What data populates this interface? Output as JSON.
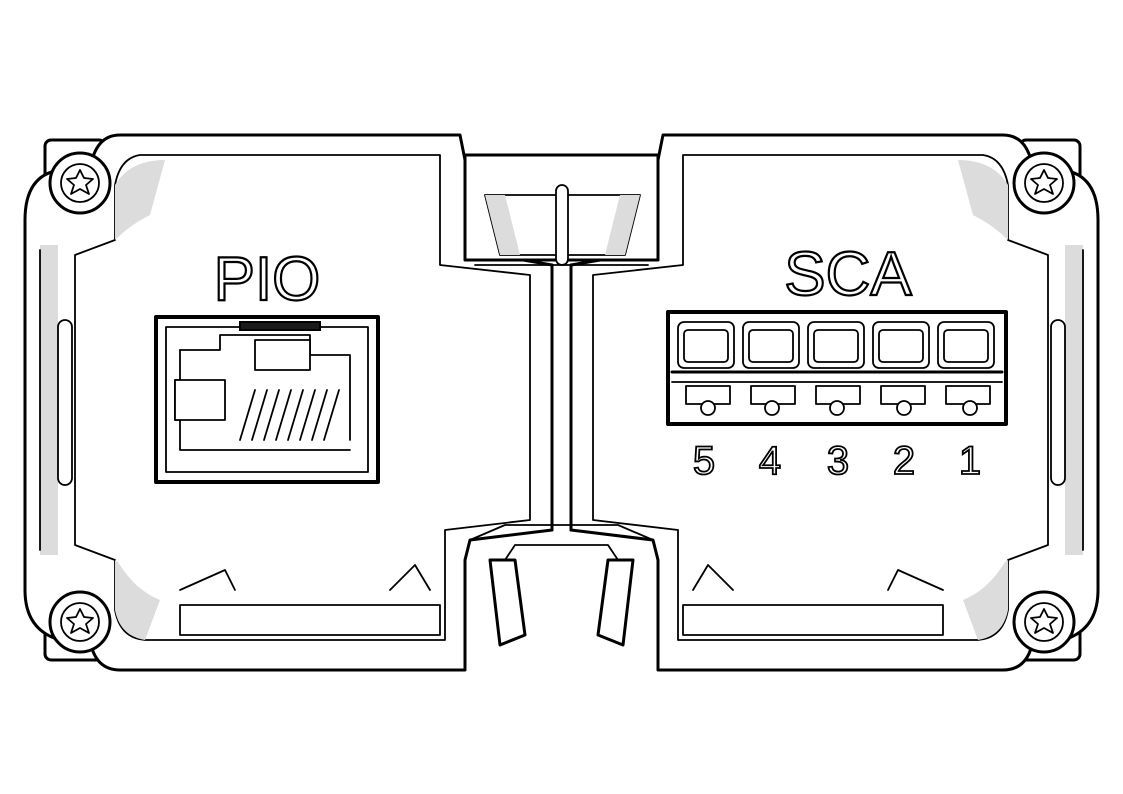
{
  "diagram": {
    "colors": {
      "outline": "#000000",
      "fill": "#ffffff",
      "shade": "#dcdcdc"
    },
    "left_port": {
      "label": "PIO",
      "icon": "rj45-socket-icon"
    },
    "right_port": {
      "label": "SCA",
      "icon": "spring-terminal-block-icon",
      "terminal_numbers": [
        "5",
        "4",
        "3",
        "2",
        "1"
      ]
    },
    "screws": {
      "icon": "torx-screw-icon",
      "count": 4
    }
  }
}
